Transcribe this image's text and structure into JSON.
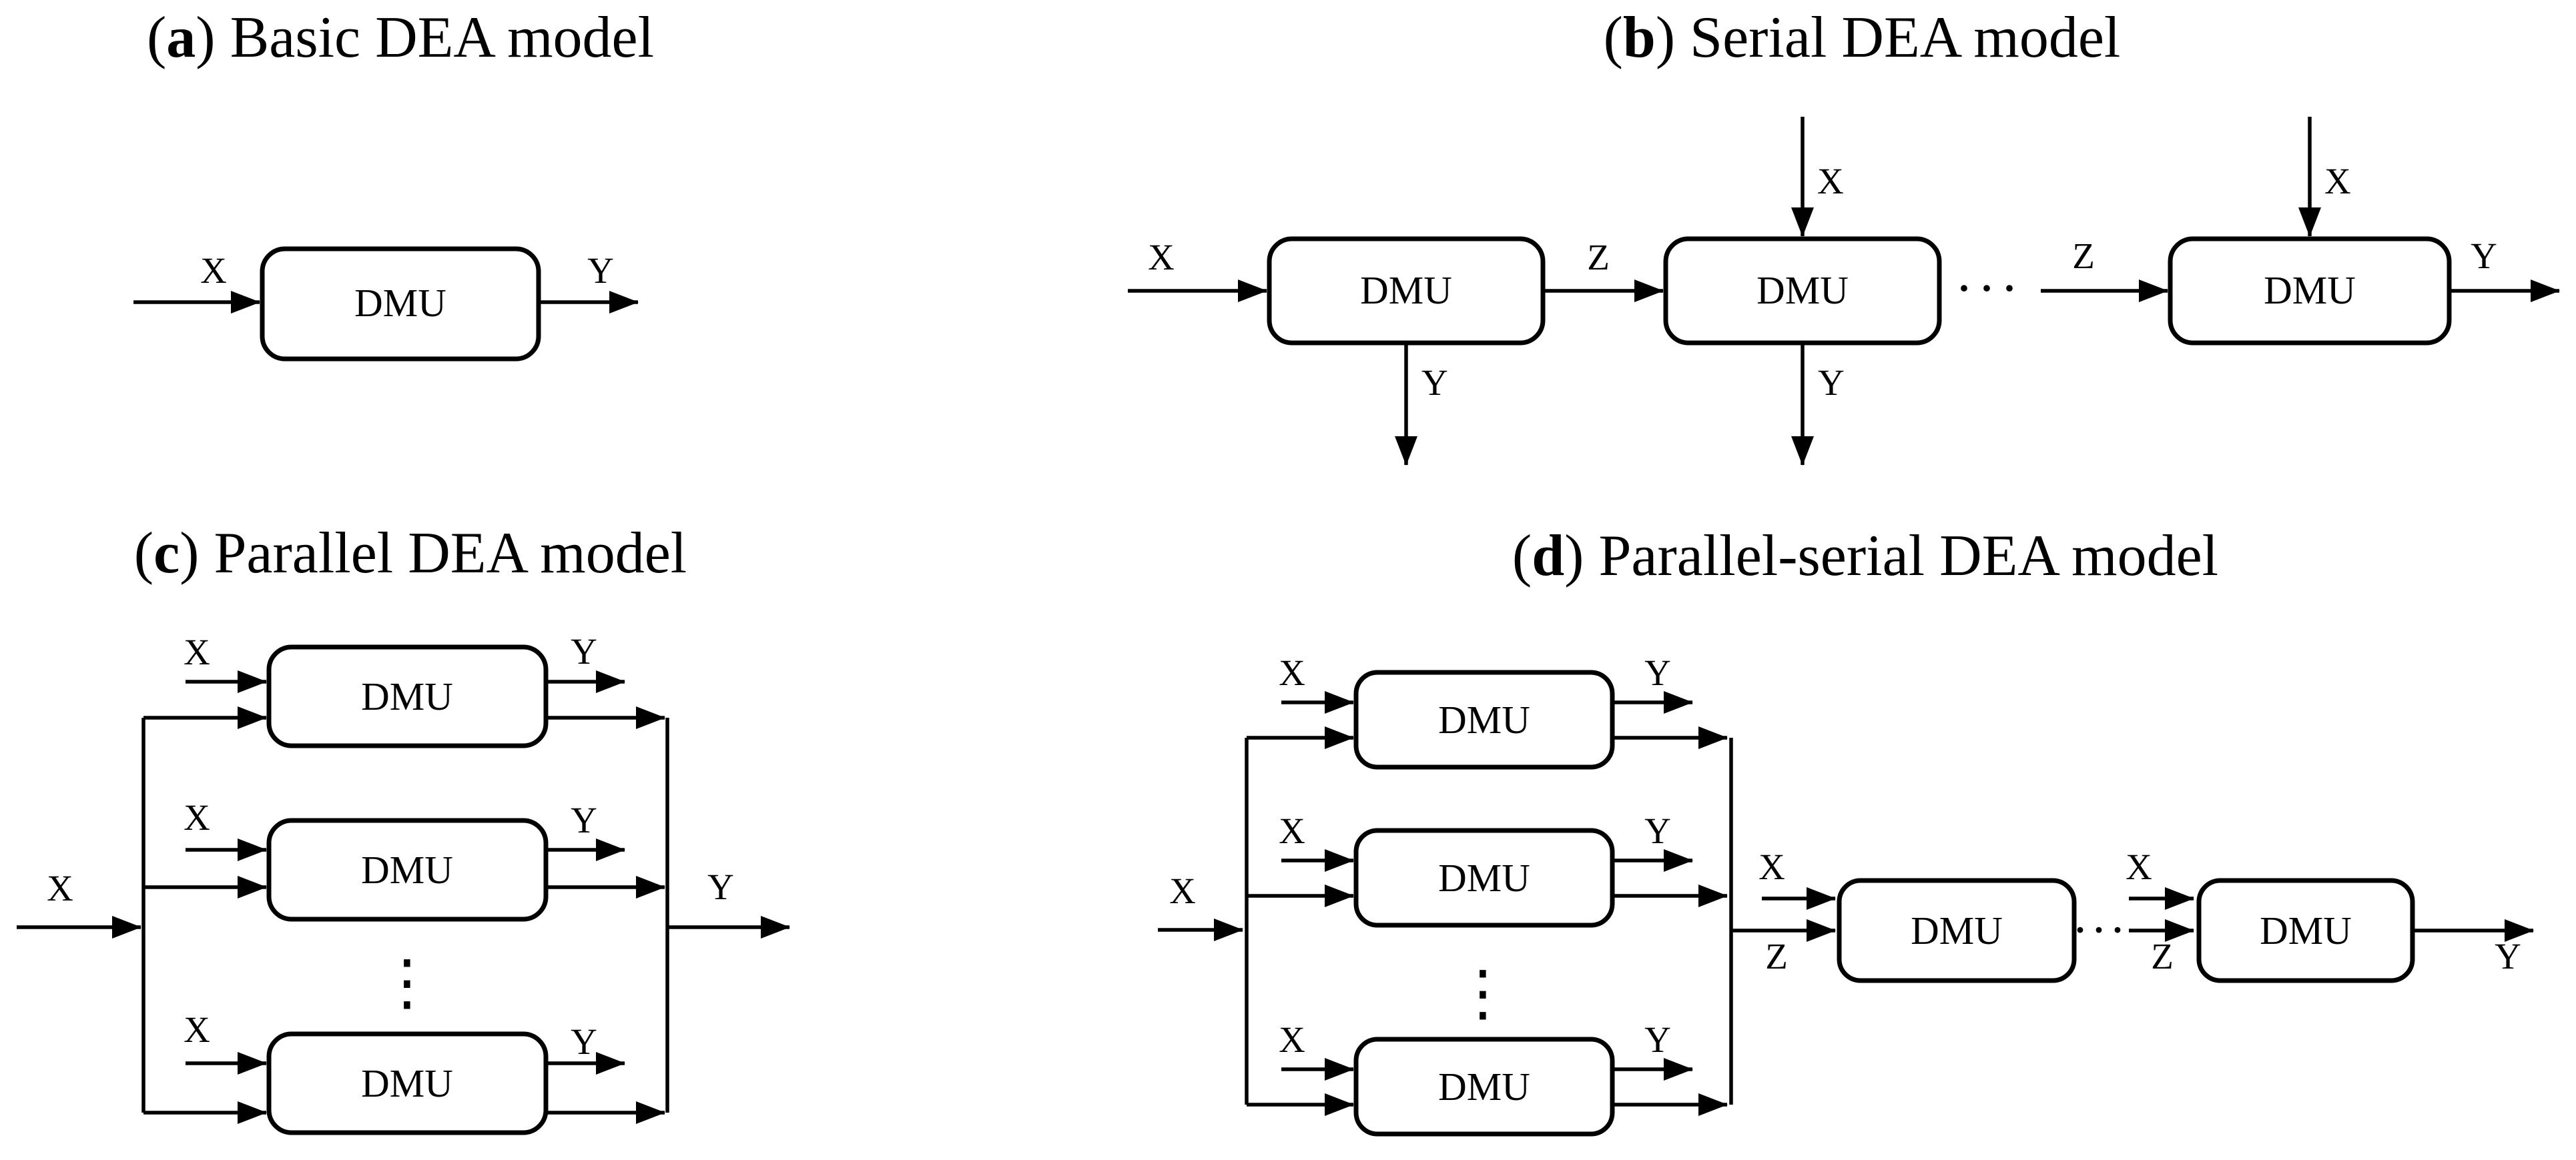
{
  "figure": {
    "background": "#ffffff",
    "ink": "#000000"
  },
  "panels": {
    "a": {
      "open": "(",
      "letter": "a",
      "rest": ") Basic DEA model"
    },
    "b": {
      "open": "(",
      "letter": "b",
      "rest": ") Serial DEA model"
    },
    "c": {
      "open": "(",
      "letter": "c",
      "rest": ") Parallel DEA model"
    },
    "d": {
      "open": "(",
      "letter": "d",
      "rest": ") Parallel-serial DEA model"
    }
  },
  "labels": {
    "unit": "DMU",
    "input": "X",
    "output": "Y",
    "intermediate": "Z",
    "ellipsis_h": "···",
    "ellipsis_v": "⋮"
  }
}
